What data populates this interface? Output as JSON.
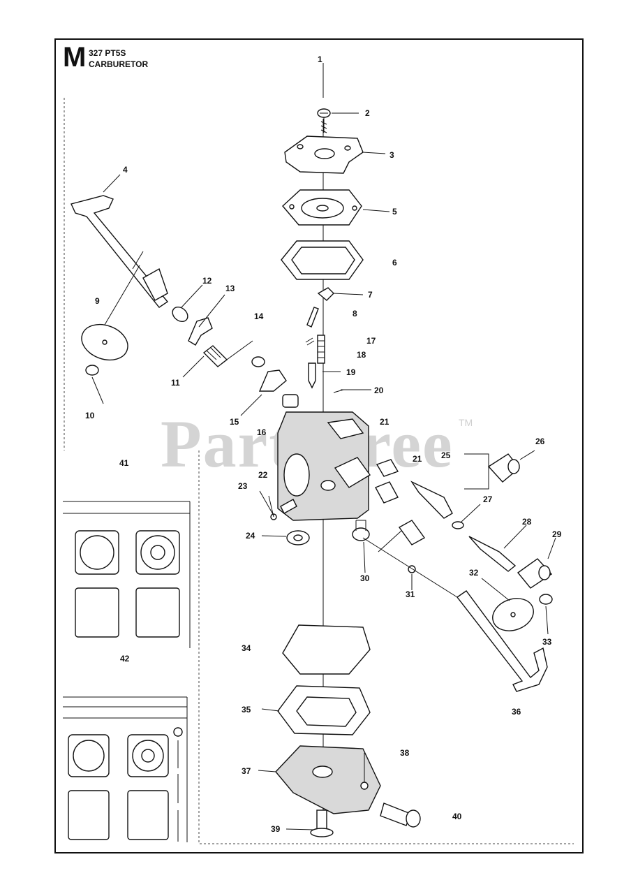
{
  "header": {
    "section_letter": "M",
    "model": "327 PT5S",
    "title": "CARBURETOR"
  },
  "watermark": {
    "text": "PartsTree",
    "trademark": "TM"
  },
  "callouts": [
    "1",
    "2",
    "3",
    "4",
    "5",
    "6",
    "7",
    "8",
    "9",
    "10",
    "11",
    "12",
    "13",
    "14",
    "15",
    "16",
    "17",
    "18",
    "19",
    "20",
    "21",
    "21",
    "22",
    "23",
    "24",
    "25",
    "26",
    "27",
    "28",
    "29",
    "30",
    "31",
    "32",
    "33",
    "34",
    "35",
    "36",
    "37",
    "38",
    "39",
    "40",
    "41",
    "42"
  ],
  "colors": {
    "line": "#111111",
    "watermark": "#d4d4d4",
    "fill": "#d9d9d9"
  }
}
